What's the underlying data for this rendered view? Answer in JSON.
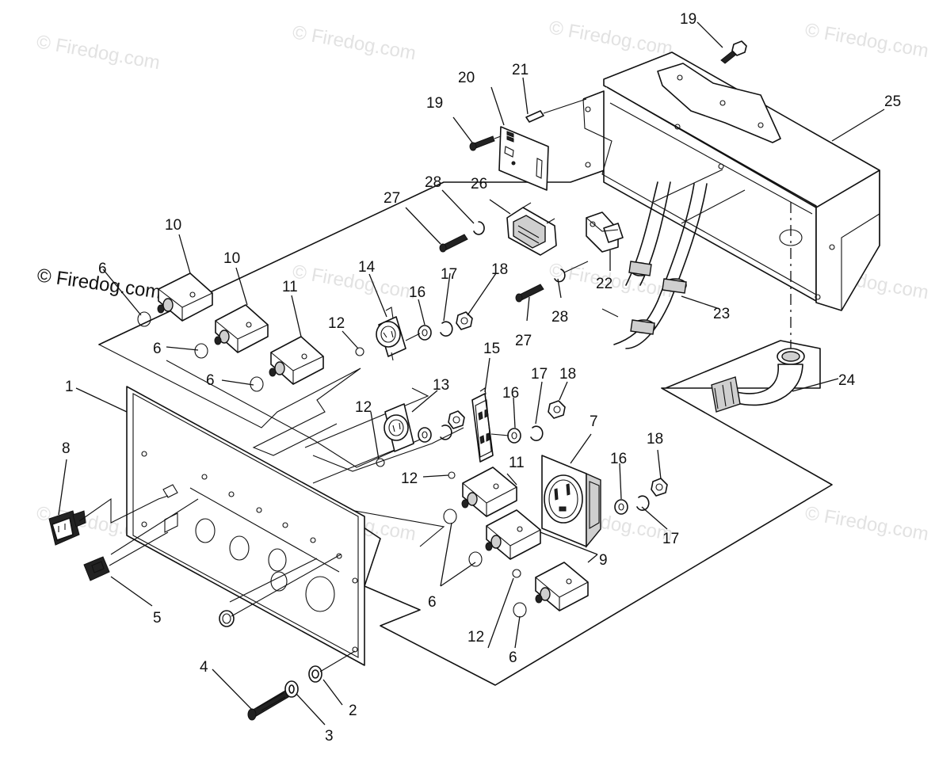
{
  "watermark": {
    "text": "© Firedog.com"
  },
  "callouts": {
    "c1": "1",
    "c2": "2",
    "c3": "3",
    "c4": "4",
    "c5": "5",
    "c6a": "6",
    "c6b": "6",
    "c6c": "6",
    "c6d": "6",
    "c6e": "6",
    "c7": "7",
    "c8": "8",
    "c9": "9",
    "c10a": "10",
    "c10b": "10",
    "c11a": "11",
    "c11b": "11",
    "c12a": "12",
    "c12b": "12",
    "c12c": "12",
    "c12d": "12",
    "c13": "13",
    "c14": "14",
    "c15": "15",
    "c16a": "16",
    "c16b": "16",
    "c16c": "16",
    "c17a": "17",
    "c17b": "17",
    "c17c": "17",
    "c18a": "18",
    "c18b": "18",
    "c18c": "18",
    "c19a": "19",
    "c19b": "19",
    "c20": "20",
    "c21": "21",
    "c22": "22",
    "c23": "23",
    "c24": "24",
    "c25": "25",
    "c26": "26",
    "c27a": "27",
    "c27b": "27",
    "c28a": "28",
    "c28b": "28"
  }
}
